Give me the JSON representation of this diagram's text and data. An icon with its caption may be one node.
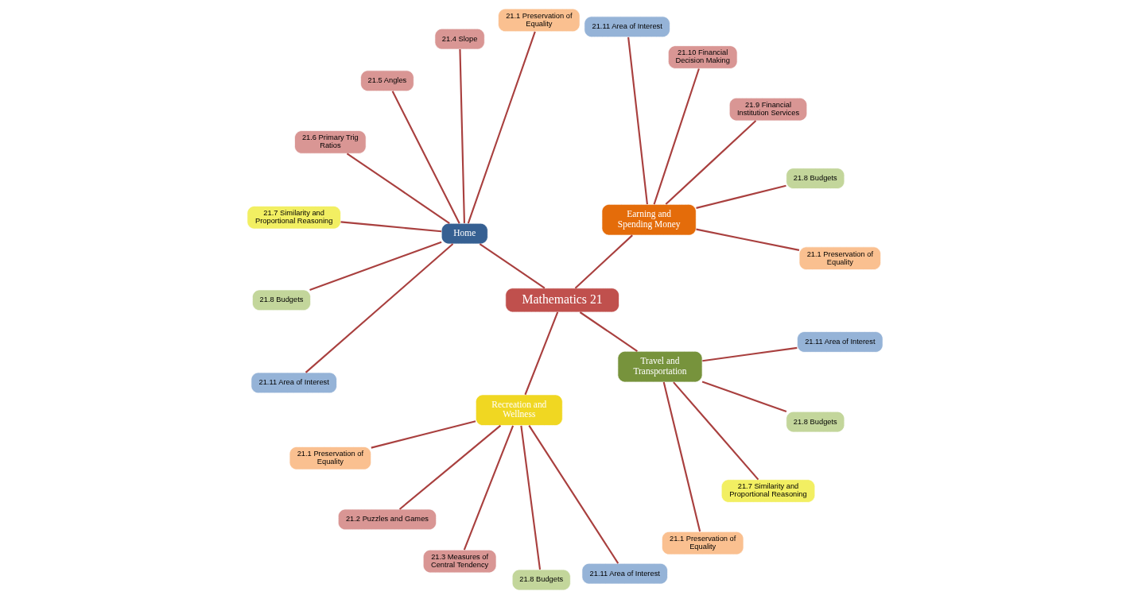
{
  "diagram": {
    "nodes": [
      {
        "text": [
          "Mathematics 21"
        ]
      },
      {
        "text": [
          "Earning and Spending Money"
        ]
      },
      {
        "text": [
          "Home"
        ]
      },
      {
        "text": [
          "Recreation and Wellness"
        ]
      },
      {
        "text": [
          "Travel and Transportation"
        ]
      },
      {
        "text": [
          "21.1 Preservation of Equality"
        ]
      },
      {
        "text": [
          "21.8 Budgets"
        ]
      },
      {
        "text": [
          "21.9 Financial Institution Services"
        ]
      },
      {
        "text": [
          "21.10 Financial Decision Making"
        ]
      },
      {
        "text": [
          "21.11 Area of Interest"
        ]
      },
      {
        "text": [
          "21.1 Preservation of Equality"
        ]
      },
      {
        "text": [
          "21.4 Slope"
        ]
      },
      {
        "text": [
          "21.5 Angles"
        ]
      },
      {
        "text": [
          "21.6 Primary Trig Ratios"
        ]
      },
      {
        "text": [
          "21.7 Similarity and Proportional Reasoning"
        ]
      },
      {
        "text": [
          "21.8 Budgets"
        ]
      },
      {
        "text": [
          "21.11 Area of Interest"
        ]
      },
      {
        "text": [
          "21.1 Preservation of Equality"
        ]
      },
      {
        "text": [
          "21.2 Puzzles and Games"
        ]
      },
      {
        "text": [
          "21.3 Measures of Central Tendency"
        ]
      },
      {
        "text": [
          "21.8 Budgets"
        ]
      },
      {
        "text": [
          "21.11 Area of Interest"
        ]
      },
      {
        "text": [
          "21.1 Preservation of Equality"
        ]
      },
      {
        "text": [
          "21.7 Similarity and Proportional Reasoning"
        ]
      },
      {
        "text": [
          "21.8 Budgets"
        ]
      },
      {
        "text": [
          "21.11 Area of Interest"
        ]
      }
    ],
    "edges": [
      {
        "from": 0,
        "to": 1,
        "arrow": "none"
      },
      {
        "from": 0,
        "to": 2,
        "arrow": "none"
      },
      {
        "from": 0,
        "to": 3,
        "arrow": "none"
      },
      {
        "from": 0,
        "to": 4,
        "arrow": "none"
      },
      {
        "from": 1,
        "to": 5,
        "arrow": "none"
      },
      {
        "from": 1,
        "to": 6,
        "arrow": "none"
      },
      {
        "from": 1,
        "to": 7,
        "arrow": "none"
      },
      {
        "from": 1,
        "to": 8,
        "arrow": "none"
      },
      {
        "from": 1,
        "to": 9,
        "arrow": "none"
      },
      {
        "from": 2,
        "to": 10,
        "arrow": "none"
      },
      {
        "from": 2,
        "to": 11,
        "arrow": "none"
      },
      {
        "from": 2,
        "to": 12,
        "arrow": "none"
      },
      {
        "from": 2,
        "to": 13,
        "arrow": "none"
      },
      {
        "from": 2,
        "to": 14,
        "arrow": "none"
      },
      {
        "from": 2,
        "to": 15,
        "arrow": "none"
      },
      {
        "from": 2,
        "to": 16,
        "arrow": "none"
      },
      {
        "from": 3,
        "to": 17,
        "arrow": "none"
      },
      {
        "from": 3,
        "to": 18,
        "arrow": "none"
      },
      {
        "from": 3,
        "to": 19,
        "arrow": "none"
      },
      {
        "from": 3,
        "to": 20,
        "arrow": "none"
      },
      {
        "from": 3,
        "to": 21,
        "arrow": "none"
      },
      {
        "from": 4,
        "to": 22,
        "arrow": "none"
      },
      {
        "from": 4,
        "to": 23,
        "arrow": "none"
      },
      {
        "from": 4,
        "to": 24,
        "arrow": "none"
      },
      {
        "from": 4,
        "to": 25,
        "arrow": "none"
      }
    ]
  }
}
